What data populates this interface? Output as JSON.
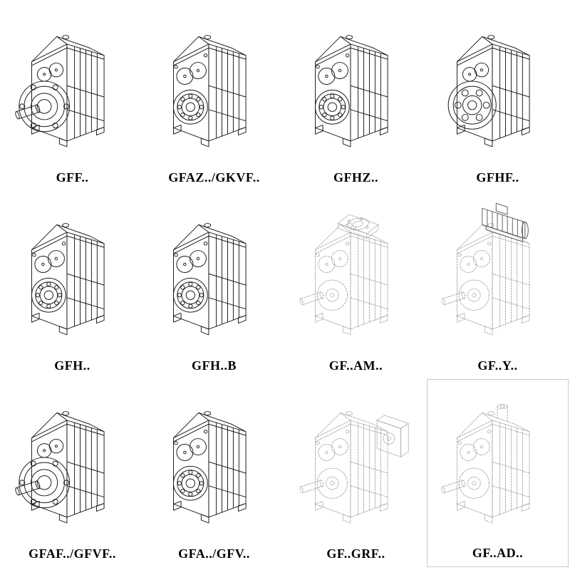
{
  "catalog": {
    "items": [
      {
        "label": "GFF..",
        "drawing": "gearbox-flange-shaft-drawing",
        "line_style": "solid"
      },
      {
        "label": "GFAZ../GKVF..",
        "drawing": "gearbox-face-bores-drawing",
        "line_style": "solid"
      },
      {
        "label": "GFHZ..",
        "drawing": "gearbox-face-bores-drawing",
        "line_style": "solid"
      },
      {
        "label": "GFHF..",
        "drawing": "gearbox-flange-hollow-drawing",
        "line_style": "solid"
      },
      {
        "label": "GFH..",
        "drawing": "gearbox-face-bores-drawing",
        "line_style": "solid"
      },
      {
        "label": "GFH..B",
        "drawing": "gearbox-face-bores-drawing",
        "line_style": "solid"
      },
      {
        "label": "GF..AM..",
        "drawing": "gearbox-shaft-top-flange-drawing",
        "line_style": "light-dashed"
      },
      {
        "label": "GF..Y..",
        "drawing": "gearbox-motor-top-drawing",
        "line_style": "light-dashed"
      },
      {
        "label": "GFAF../GFVF..",
        "drawing": "gearbox-flange-shaft-drawing",
        "line_style": "solid"
      },
      {
        "label": "GFA../GFV..",
        "drawing": "gearbox-face-bores-drawing",
        "line_style": "solid"
      },
      {
        "label": "GF..GRF..",
        "drawing": "gearbox-shaft-side-box-drawing",
        "line_style": "light-dashed"
      },
      {
        "label": "GF..AD..",
        "drawing": "gearbox-shaft-drawing",
        "line_style": "light-dashed"
      }
    ]
  },
  "colors": {
    "background": "#ffffff",
    "line_solid": "#1d1d1d",
    "line_light": "#a3a3a3",
    "motor_line": "#4f4f4f",
    "label_text": "#000000",
    "cell_border": "#c9c9c9"
  }
}
